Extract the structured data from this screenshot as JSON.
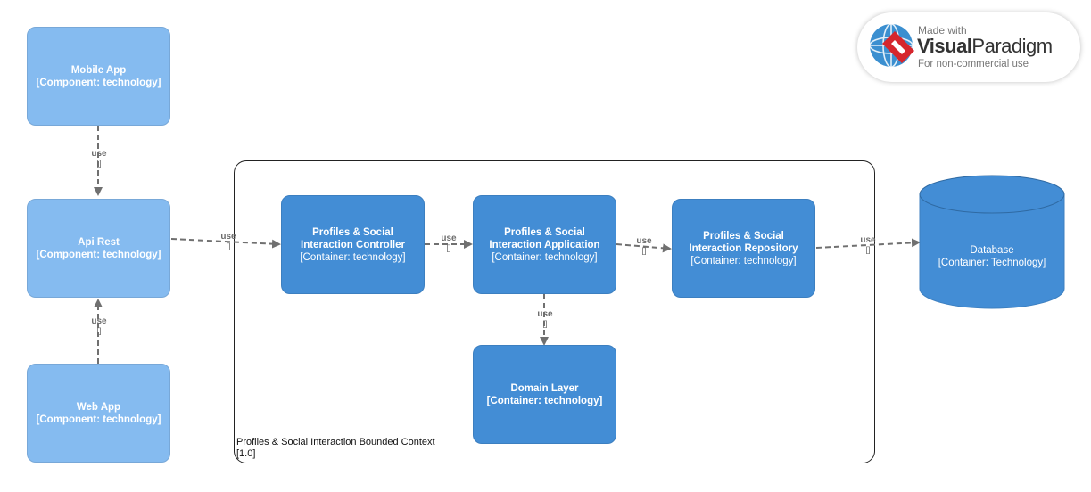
{
  "nodes": {
    "mobile_app": {
      "title": "Mobile App",
      "tech": "[Component: technology]"
    },
    "api_rest": {
      "title": "Api Rest",
      "tech": "[Component: technology]"
    },
    "web_app": {
      "title": "Web App",
      "tech": "[Component: technology]"
    },
    "controller": {
      "title_line1": "Profiles & Social",
      "title_line2": "Interaction Controller",
      "tech": "[Container: technology]"
    },
    "application": {
      "title_line1": "Profiles & Social",
      "title_line2": "Interaction Application",
      "tech": "[Container: technology]"
    },
    "repository": {
      "title_line1": "Profiles & Social",
      "title_line2": "Interaction Repository",
      "tech": "[Container: technology]"
    },
    "domain_layer": {
      "title": "Domain Layer",
      "tech": "[Container: technology]"
    },
    "database": {
      "title": "Database",
      "tech": "[Container: Technology]"
    }
  },
  "boundary": {
    "line1": "Profiles & Social Interaction Bounded Context",
    "line2": "[1.0]"
  },
  "edges": {
    "label": "use",
    "sub": "[]"
  },
  "badge": {
    "made_with": "Made with",
    "brand_bold": "Visual",
    "brand_rest": "Paradigm",
    "usage": "For non-commercial use"
  },
  "colors": {
    "component": "#85bbf0",
    "container": "#438dd5",
    "edge": "#707070"
  }
}
